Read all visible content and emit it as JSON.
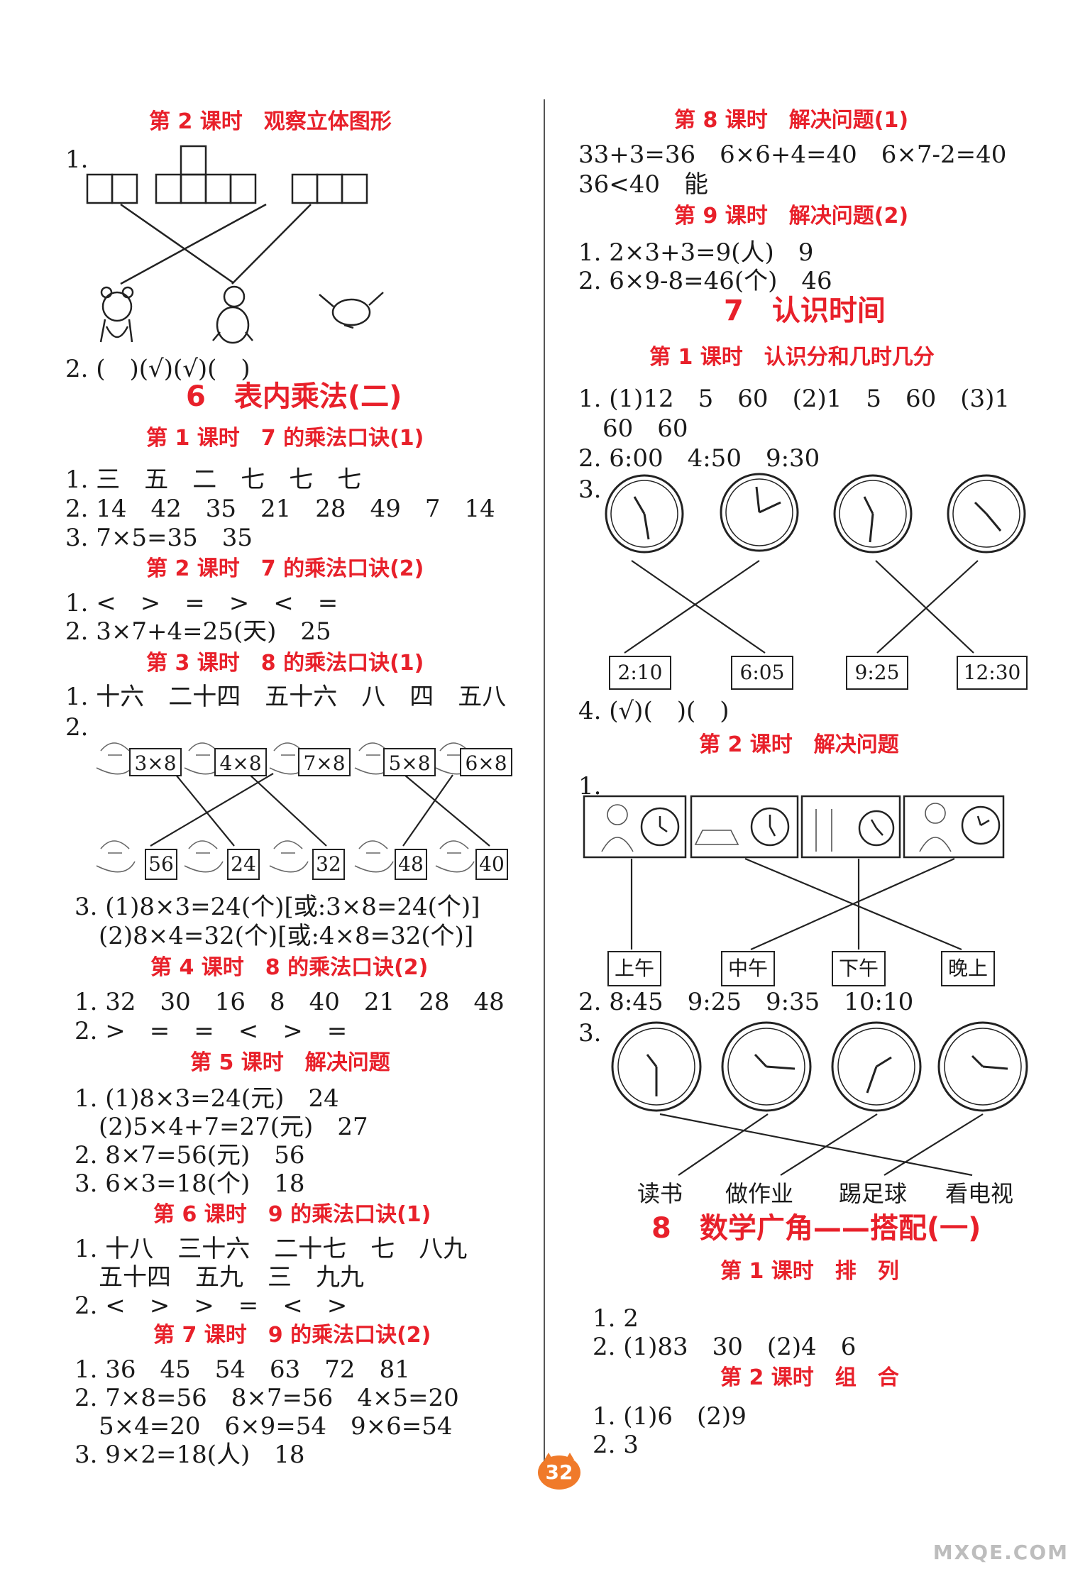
{
  "page_number": "32",
  "watermark": "MXQE.COM",
  "left": {
    "h_2_2": "第 2 课时　观察立体图形",
    "l_1": "1.",
    "l_2": "2. (　)(√)(√)(　)",
    "chap6": "6　表内乘法(二)",
    "h6_1": "第 1 课时　7 的乘法口诀(1)",
    "l6_1a": "1. 三　五　二　七　七　七",
    "l6_1b": "2. 14　42　35　21　28　49　7　14",
    "l6_1c": "3. 7×5=35　35",
    "h6_2": "第 2 课时　7 的乘法口诀(2)",
    "l6_2a": "1. <　>　=　>　<　=",
    "l6_2b": "2. 3×7+4=25(天)　25",
    "h6_3": "第 3 课时　8 的乘法口诀(1)",
    "l6_3a": "1. 十六　二十四　五十六　八　四　五八",
    "l6_3b": "2.",
    "top_boxes": [
      "3×8",
      "4×8",
      "7×8",
      "5×8",
      "6×8"
    ],
    "bottom_boxes": [
      "56",
      "24",
      "32",
      "48",
      "40"
    ],
    "l6_3c": "3. (1)8×3=24(个)[或:3×8=24(个)]",
    "l6_3d": "　(2)8×4=32(个)[或:4×8=32(个)]",
    "h6_4": "第 4 课时　8 的乘法口诀(2)",
    "l6_4a": "1. 32　30　16　8　40　21　28　48",
    "l6_4b": "2. >　=　=　<　>　=",
    "h6_5": "第 5 课时　解决问题",
    "l6_5a": "1. (1)8×3=24(元)　24",
    "l6_5b": "　(2)5×4+7=27(元)　27",
    "l6_5c": "2. 8×7=56(元)　56",
    "l6_5d": "3. 6×3=18(个)　18",
    "h6_6": "第 6 课时　9 的乘法口诀(1)",
    "l6_6a": "1. 十八　三十六　二十七　七　八九",
    "l6_6b": "　五十四　五九　三　九九",
    "l6_6c": "2. <　>　>　=　<　>",
    "h6_7": "第 7 课时　9 的乘法口诀(2)",
    "l6_7a": "1. 36　45　54　63　72　81",
    "l6_7b": "2. 7×8=56　8×7=56　4×5=20",
    "l6_7c": "　5×4=20　6×9=54　9×6=54",
    "l6_7d": "3. 9×2=18(人)　18"
  },
  "right": {
    "h6_8": "第 8 课时　解决问题(1)",
    "r6_8a": "33+3=36　6×6+4=40　6×7-2=40",
    "r6_8b": "36<40　能",
    "h6_9": "第 9 课时　解决问题(2)",
    "r6_9a": "1. 2×3+3=9(人)　9",
    "r6_9b": "2. 6×9-8=46(个)　46",
    "chap7": "7　认识时间",
    "h7_1": "第 1 课时　认识分和几时几分",
    "r7_1a": "1. (1)12　5　60　(2)1　5　60　(3)1",
    "r7_1b": "　60　60",
    "r7_1c": "2. 6:00　4:50　9:30",
    "r7_1d": "3.",
    "time_boxes": [
      "2:10",
      "6:05",
      "9:25",
      "12:30"
    ],
    "r7_1e": "4. (√)(　)(　)",
    "h7_2": "第 2 课时　解决问题",
    "r7_2a": "1.",
    "period_boxes": [
      "上午",
      "中午",
      "下午",
      "晚上"
    ],
    "r7_2b": "2. 8:45　9:25　9:35　10:10",
    "r7_2c": "3.",
    "activities": [
      "读书",
      "做作业",
      "踢足球",
      "看电视"
    ],
    "chap8": "8　数学广角——搭配(一)",
    "h8_1": "第 1 课时　排　列",
    "r8_1a": "1. 2",
    "r8_1b": "2. (1)83　30　(2)4　6",
    "h8_2": "第 2 课时　组　合",
    "r8_2a": "1. (1)6　(2)9",
    "r8_2b": "2. 3"
  },
  "colors": {
    "heading": "#e8202a",
    "text": "#1a1a1a",
    "page_badge": "#f07a2a"
  }
}
